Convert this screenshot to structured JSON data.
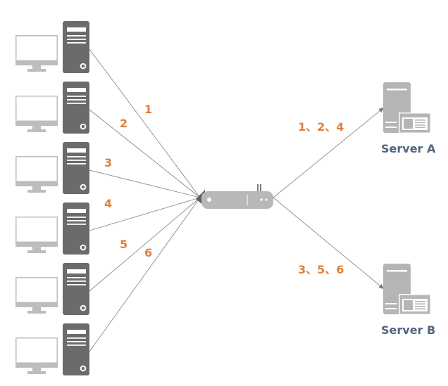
{
  "diagram": {
    "type": "load-balancing-network",
    "clients": [
      {
        "id": 1,
        "label": "1"
      },
      {
        "id": 2,
        "label": "2"
      },
      {
        "id": 3,
        "label": "3"
      },
      {
        "id": 4,
        "label": "4"
      },
      {
        "id": 5,
        "label": "5"
      },
      {
        "id": 6,
        "label": "6"
      }
    ],
    "load_balancer": {
      "icon": "router-icon"
    },
    "servers": [
      {
        "id": "A",
        "label": "Server A",
        "routes_label": "1、2、4",
        "routes": [
          1,
          2,
          4
        ]
      },
      {
        "id": "B",
        "label": "Server B",
        "routes_label": "3、5、6",
        "routes": [
          3,
          5,
          6
        ]
      }
    ],
    "colors": {
      "label_orange": "#e0803c",
      "server_label_blue": "#51657e",
      "tower_dark": "#6b6b6b",
      "server_gray": "#b5b5b7",
      "line_gray": "#8a8a8a"
    }
  }
}
